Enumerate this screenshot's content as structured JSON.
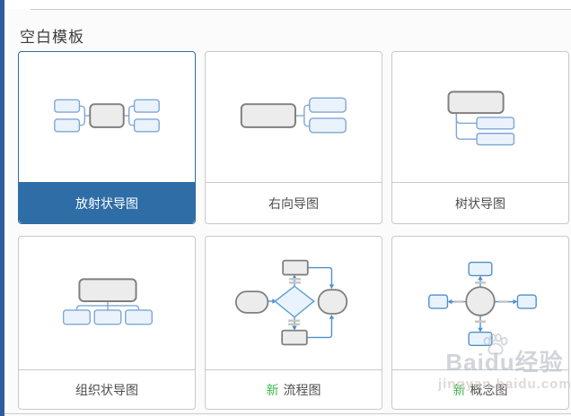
{
  "page": {
    "section_title": "空白模板"
  },
  "cards": [
    {
      "label": "放射状导图",
      "state": "selected",
      "badge": ""
    },
    {
      "label": "右向导图",
      "state": "default",
      "badge": ""
    },
    {
      "label": "树状导图",
      "state": "default",
      "badge": ""
    },
    {
      "label": "组织状导图",
      "state": "default",
      "badge": ""
    },
    {
      "label": "流程图",
      "state": "default",
      "badge": "新"
    },
    {
      "label": "概念图",
      "state": "default",
      "badge": "新"
    }
  ],
  "watermark": {
    "brand": "Baidu经验",
    "domain": "jingyan.baidu.com"
  },
  "colors": {
    "selected_blue": "#2e6da6",
    "stripe_blue": "#2f5c9f",
    "badge_green": "#3cb94a",
    "card_border": "#c9c9c9",
    "shape_gray_fill": "#ececec",
    "shape_gray_stroke": "#7f7f7f",
    "shape_blue_fill": "#eaf2fb",
    "shape_blue_stroke": "#7da6d6",
    "flow_arrow_blue": "#4f8fcc"
  }
}
